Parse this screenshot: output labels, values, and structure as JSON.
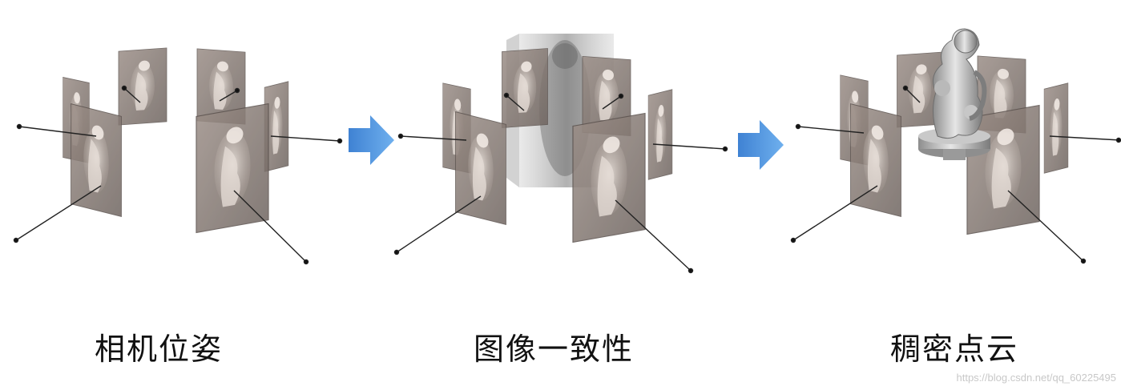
{
  "captions": {
    "stage1": "相机位姿",
    "stage2": "图像一致性",
    "stage3": "稠密点云"
  },
  "watermark": "https://blog.csdn.net/qq_60225495",
  "icons": {
    "arrow1": "right-arrow-icon",
    "arrow2": "right-arrow-icon"
  },
  "colors": {
    "arrow": "#4a8fd8",
    "frame": "#8a7e79",
    "background": "#ffffff"
  }
}
